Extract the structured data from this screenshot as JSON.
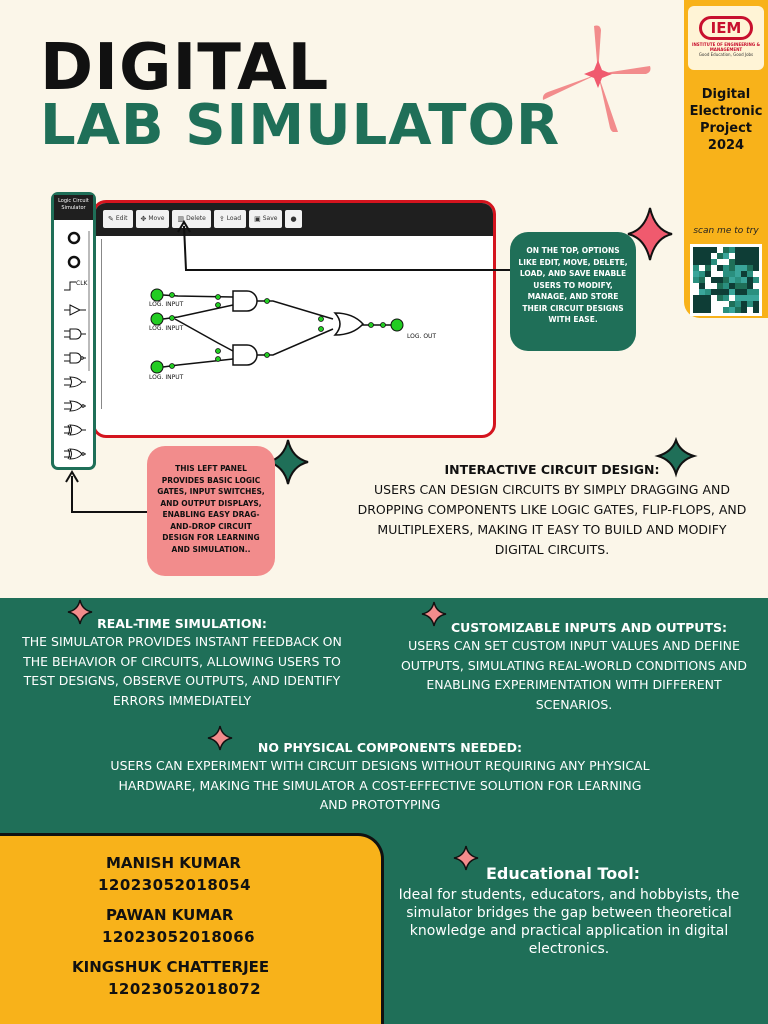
{
  "title": {
    "line1": "DIGITAL",
    "line2": "LAB SIMULATOR"
  },
  "side_tab": {
    "logo_text": "IEM",
    "logo_subtitle": "INSTITUTE OF ENGINEERING & MANAGEMENT",
    "logo_tagline": "Good Education, Good Jobs",
    "project_label": "Digital Electronic Project 2024",
    "scan_label": "scan me to try"
  },
  "simulator": {
    "toolbar": [
      "Edit",
      "Move",
      "Delete",
      "Load",
      "Save"
    ],
    "left_panel_title": "Logic Circuit Simulator",
    "palette_clk_label": "CLK",
    "input_labels": [
      "LOG. INPUT",
      "LOG. INPUT",
      "LOG. INPUT"
    ],
    "output_label": "LOG. OUT"
  },
  "callouts": {
    "toolbar_note": "ON THE TOP, OPTIONS LIKE EDIT, MOVE, DELETE, LOAD, AND SAVE ENABLE USERS TO MODIFY, MANAGE, AND STORE THEIR CIRCUIT DESIGNS WITH EASE.",
    "panel_note": "THIS LEFT PANEL PROVIDES BASIC LOGIC GATES, INPUT SWITCHES, AND OUTPUT DISPLAYS, ENABLING EASY DRAG-AND-DROP CIRCUIT DESIGN FOR LEARNING AND SIMULATION.."
  },
  "features": {
    "interactive": {
      "title": "INTERACTIVE CIRCUIT DESIGN:",
      "body": "USERS CAN DESIGN CIRCUITS BY SIMPLY DRAGGING AND DROPPING COMPONENTS LIKE LOGIC GATES, FLIP-FLOPS, AND MULTIPLEXERS, MAKING IT EASY TO BUILD AND MODIFY DIGITAL CIRCUITS."
    },
    "realtime": {
      "title": "REAL-TIME SIMULATION:",
      "body": "THE SIMULATOR PROVIDES INSTANT FEEDBACK ON THE BEHAVIOR OF CIRCUITS, ALLOWING USERS TO TEST DESIGNS, OBSERVE OUTPUTS, AND IDENTIFY ERRORS IMMEDIATELY"
    },
    "customizable": {
      "title": "CUSTOMIZABLE INPUTS AND OUTPUTS:",
      "body": "USERS CAN SET CUSTOM INPUT VALUES AND DEFINE OUTPUTS, SIMULATING REAL-WORLD CONDITIONS AND ENABLING EXPERIMENTATION WITH DIFFERENT SCENARIOS."
    },
    "no_physical": {
      "title": "NO PHYSICAL COMPONENTS NEEDED:",
      "body": "USERS CAN EXPERIMENT WITH CIRCUIT DESIGNS WITHOUT REQUIRING ANY PHYSICAL HARDWARE, MAKING THE SIMULATOR A COST-EFFECTIVE SOLUTION FOR LEARNING AND PROTOTYPING"
    },
    "educational": {
      "title": "Educational Tool:",
      "body": "Ideal for students, educators, and hobbyists, the simulator bridges the gap between theoretical knowledge and practical application in digital electronics."
    }
  },
  "authors": [
    {
      "name": "MANISH KUMAR",
      "id": "12023052018054"
    },
    {
      "name": "PAWAN KUMAR",
      "id": "12023052018066"
    },
    {
      "name": "KINGSHUK CHATTERJEE",
      "id": "12023052018072"
    }
  ],
  "colors": {
    "green": "#1f6f58",
    "yellow": "#f8b21a",
    "pink": "#f28c8c",
    "red": "#d4141e",
    "cream": "#fbf6e9"
  }
}
